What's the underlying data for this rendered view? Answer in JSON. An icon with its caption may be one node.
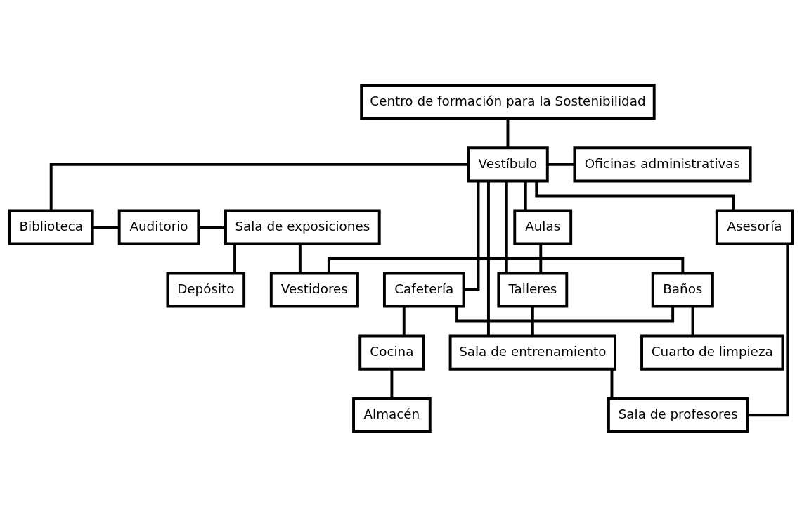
{
  "diagram": {
    "nodes": [
      {
        "text": [
          "Centro de formación para la Sostenibilidad"
        ]
      },
      {
        "text": [
          "Vestíbulo"
        ]
      },
      {
        "text": [
          "Oficinas administrativas"
        ]
      },
      {
        "text": [
          "Biblioteca"
        ]
      },
      {
        "text": [
          "Auditorio"
        ]
      },
      {
        "text": [
          "Sala de exposiciones"
        ]
      },
      {
        "text": [
          "Aulas"
        ]
      },
      {
        "text": [
          "Talleres"
        ]
      },
      {
        "text": [
          "Asesoría"
        ]
      },
      {
        "text": [
          "Depósito"
        ]
      },
      {
        "text": [
          "Sala de entrenamiento"
        ]
      },
      {
        "text": [
          "Sala de profesores"
        ]
      },
      {
        "text": [
          "Cafetería"
        ]
      },
      {
        "text": [
          "Baños"
        ]
      },
      {
        "text": [
          "Vestidores"
        ]
      },
      {
        "text": [
          "Cocina"
        ]
      },
      {
        "text": [
          "Cuarto de limpieza"
        ]
      },
      {
        "text": [
          "Almacén"
        ]
      }
    ],
    "edges": [
      {
        "from": 0,
        "to": 1,
        "arrow": "none"
      },
      {
        "from": 1,
        "to": 2,
        "arrow": "none"
      },
      {
        "from": 1,
        "to": 3,
        "arrow": "none"
      },
      {
        "from": 1,
        "to": 6,
        "arrow": "none"
      },
      {
        "from": 1,
        "to": 8,
        "arrow": "none"
      },
      {
        "from": 1,
        "to": 7,
        "arrow": "none"
      },
      {
        "from": 1,
        "to": 10,
        "arrow": "none"
      },
      {
        "from": 1,
        "to": 12,
        "arrow": "none"
      },
      {
        "from": 3,
        "to": 4,
        "arrow": "none"
      },
      {
        "from": 4,
        "to": 5,
        "arrow": "none"
      },
      {
        "from": 5,
        "to": 9,
        "arrow": "none"
      },
      {
        "from": 5,
        "to": 14,
        "arrow": "none"
      },
      {
        "from": 6,
        "to": 7,
        "arrow": "none"
      },
      {
        "from": 7,
        "to": 10,
        "arrow": "none"
      },
      {
        "from": 8,
        "to": 11,
        "arrow": "none"
      },
      {
        "from": 10,
        "to": 11,
        "arrow": "none"
      },
      {
        "from": 12,
        "to": 13,
        "arrow": "none"
      },
      {
        "from": 13,
        "to": 14,
        "arrow": "none"
      },
      {
        "from": 12,
        "to": 15,
        "arrow": "none"
      },
      {
        "from": 15,
        "to": 17,
        "arrow": "none"
      },
      {
        "from": 13,
        "to": 16,
        "arrow": "none"
      }
    ]
  }
}
